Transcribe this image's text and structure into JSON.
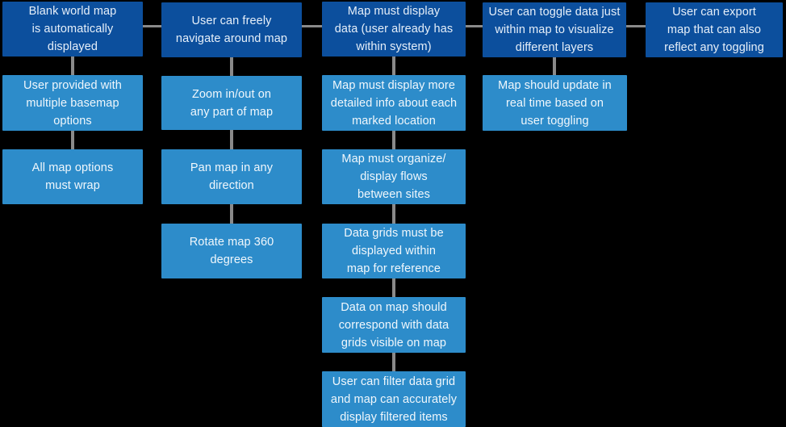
{
  "colors": {
    "background": "#000000",
    "epic_fill": "#0C4F9D",
    "story_fill": "#2D8CCA",
    "connector": "#8A8A8A",
    "epic_text": "#E6EFF9",
    "story_text": "#F0F7FC"
  },
  "storymap": {
    "columns": [
      {
        "epic": "Blank world map\nis automatically\ndisplayed",
        "stories": [
          "User provided with\nmultiple basemap\noptions",
          "All map options\nmust wrap"
        ]
      },
      {
        "epic": "User can freely\nnavigate around map",
        "stories": [
          "Zoom in/out on\nany part of map",
          "Pan map in any\ndirection",
          "Rotate map 360\ndegrees"
        ]
      },
      {
        "epic": "Map must display\ndata (user already has\nwithin system)",
        "stories": [
          "Map must display more\ndetailed info about each\nmarked location",
          "Map must organize/\ndisplay flows\nbetween sites",
          "Data grids must be\ndisplayed within\nmap for reference",
          "Data on map should\ncorrespond with data\ngrids visible on map",
          "User can filter data grid\nand map can accurately\ndisplay filtered items"
        ]
      },
      {
        "epic": "User can toggle data just\nwithin map to visualize\ndifferent layers",
        "stories": [
          "Map should update in\nreal time based on\nuser toggling"
        ]
      },
      {
        "epic": "User can export\nmap that can also\nreflect any toggling",
        "stories": []
      }
    ]
  }
}
